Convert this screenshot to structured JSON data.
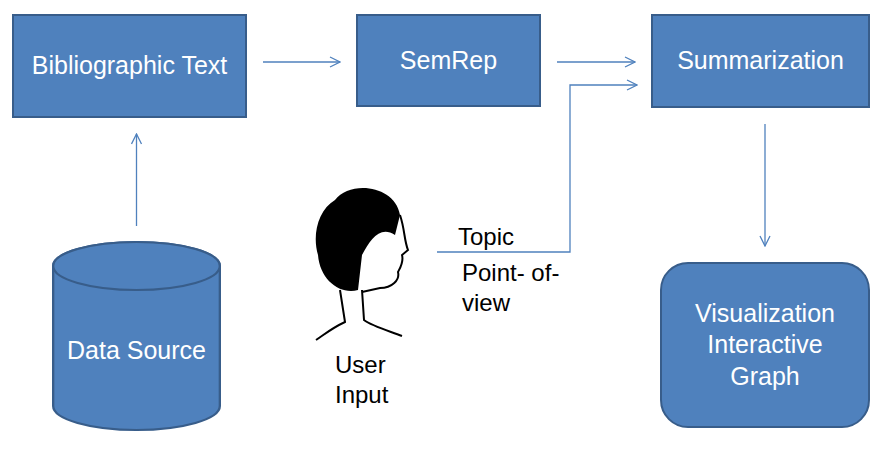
{
  "diagram": {
    "nodes": [
      {
        "text": [
          "Bibliographic Text"
        ]
      },
      {
        "text": [
          "SemRep"
        ]
      },
      {
        "text": [
          "Summarization"
        ]
      },
      {
        "text": [
          "Data Source"
        ]
      },
      {
        "text": [
          "Visualization Interactive Graph"
        ]
      }
    ],
    "edges": [
      {
        "from": 3,
        "to": 0,
        "arrow": "to"
      },
      {
        "from": 0,
        "to": 1,
        "arrow": "to"
      },
      {
        "from": 1,
        "to": 2,
        "arrow": "to"
      },
      {
        "from": 2,
        "to": 4,
        "arrow": "to"
      }
    ],
    "labels": [
      "Topic",
      "Point- of-view",
      "User Input"
    ]
  }
}
